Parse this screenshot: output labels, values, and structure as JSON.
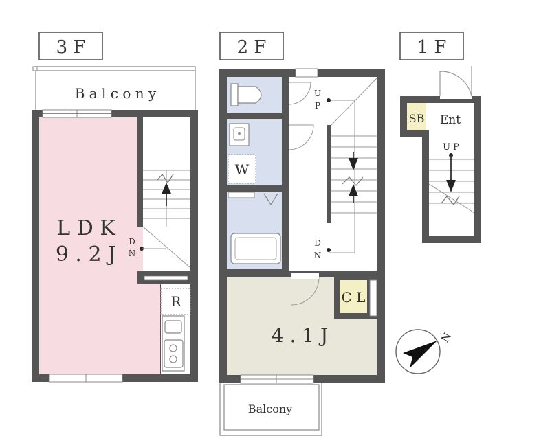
{
  "floors": {
    "f3": {
      "label": "3 F",
      "balcony_label": "B a l c o n y",
      "room_name": "L D K",
      "room_size": "9 . 2 J",
      "fridge_label": "R",
      "dn_label_1": "D",
      "dn_label_2": "N"
    },
    "f2": {
      "label": "2 F",
      "washer_label": "W",
      "up_label_1": "U",
      "up_label_2": "P",
      "dn_label_1": "D",
      "dn_label_2": "N",
      "closet_label": "C L",
      "room_size": "4 . 1 J",
      "balcony_label": "Balcony"
    },
    "f1": {
      "label": "1 F",
      "shoebox_label": "SB",
      "entrance_label": "Ent",
      "up_label": "U P"
    }
  },
  "compass": {
    "north_label": "N"
  },
  "colors": {
    "wall": "#555555",
    "ldk": "#f7dde2",
    "wet": "#d8e0f0",
    "room": "#e9e6da",
    "closet": "#f5efc6",
    "shoebox": "#f5efc6"
  }
}
